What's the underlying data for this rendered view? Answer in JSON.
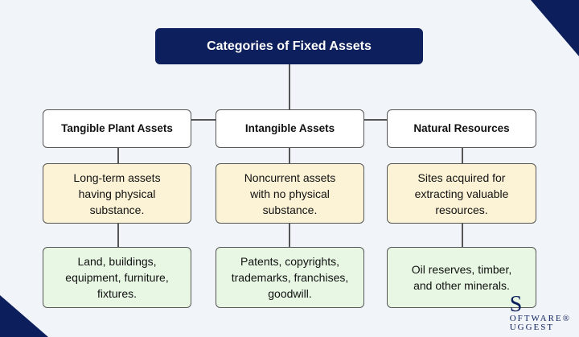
{
  "title": "Categories of Fixed Assets",
  "categories": [
    {
      "name": "Tangible Plant Assets",
      "definition": "Long-term assets having physical substance.",
      "examples": "Land, buildings, equipment, furniture, fixtures."
    },
    {
      "name": "Intangible Assets",
      "definition": "Noncurrent assets with no physical substance.",
      "examples": "Patents, copyrights, trademarks, franchises, goodwill."
    },
    {
      "name": "Natural Resources",
      "definition": "Sites acquired for extracting valuable resources.",
      "examples": "Oil reserves, timber, and other minerals."
    }
  ],
  "logo": {
    "initial": "S",
    "line1": "OFTWARE®",
    "line2": "UGGEST"
  }
}
